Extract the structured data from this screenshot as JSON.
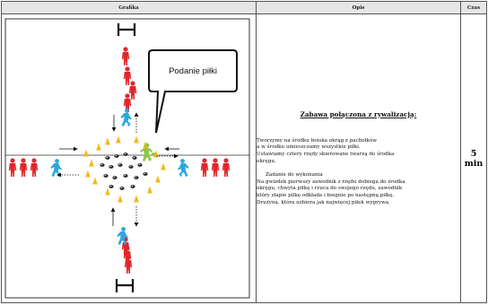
{
  "header": {
    "col_graphic": "Grafika",
    "col_description": "Opis",
    "col_time": "Czas"
  },
  "graphic": {
    "speech_bubble": "Podanie piłki",
    "colors": {
      "player_red": "#e0262b",
      "player_cyan": "#2aa7df",
      "player_green": "#8fc744",
      "cone": "#f3b81a",
      "ball": "#2b2b2b"
    },
    "icons": [
      "player-figure",
      "cone-icon",
      "ball-icon",
      "goal-post",
      "arrow"
    ]
  },
  "description": {
    "title": "Zabawa połączona z rywalizacją:",
    "intro": [
      "Tworzymy na środku boiska okrąg z pachołków",
      "a w  środku umieszczamy wszystkie piłki.",
      "Ustawiamy cztery rzędy skierowane twarzą do środka",
      "okręgu."
    ],
    "task_heading": "Zadanie do wykonania",
    "task": [
      "Na gwizdek pierwszy zawodnik z rzędu dobiega do środka",
      "okręgu, chwyta piłkę i rzuca do swojego rzędu, zawodnik",
      "który złapie piłkę odkłada i biegnie po następną piłkę.",
      "Drużyna, która uzbiera jak najwięcej piłek wygrywa."
    ]
  },
  "time": {
    "value": "5",
    "unit": "min"
  }
}
